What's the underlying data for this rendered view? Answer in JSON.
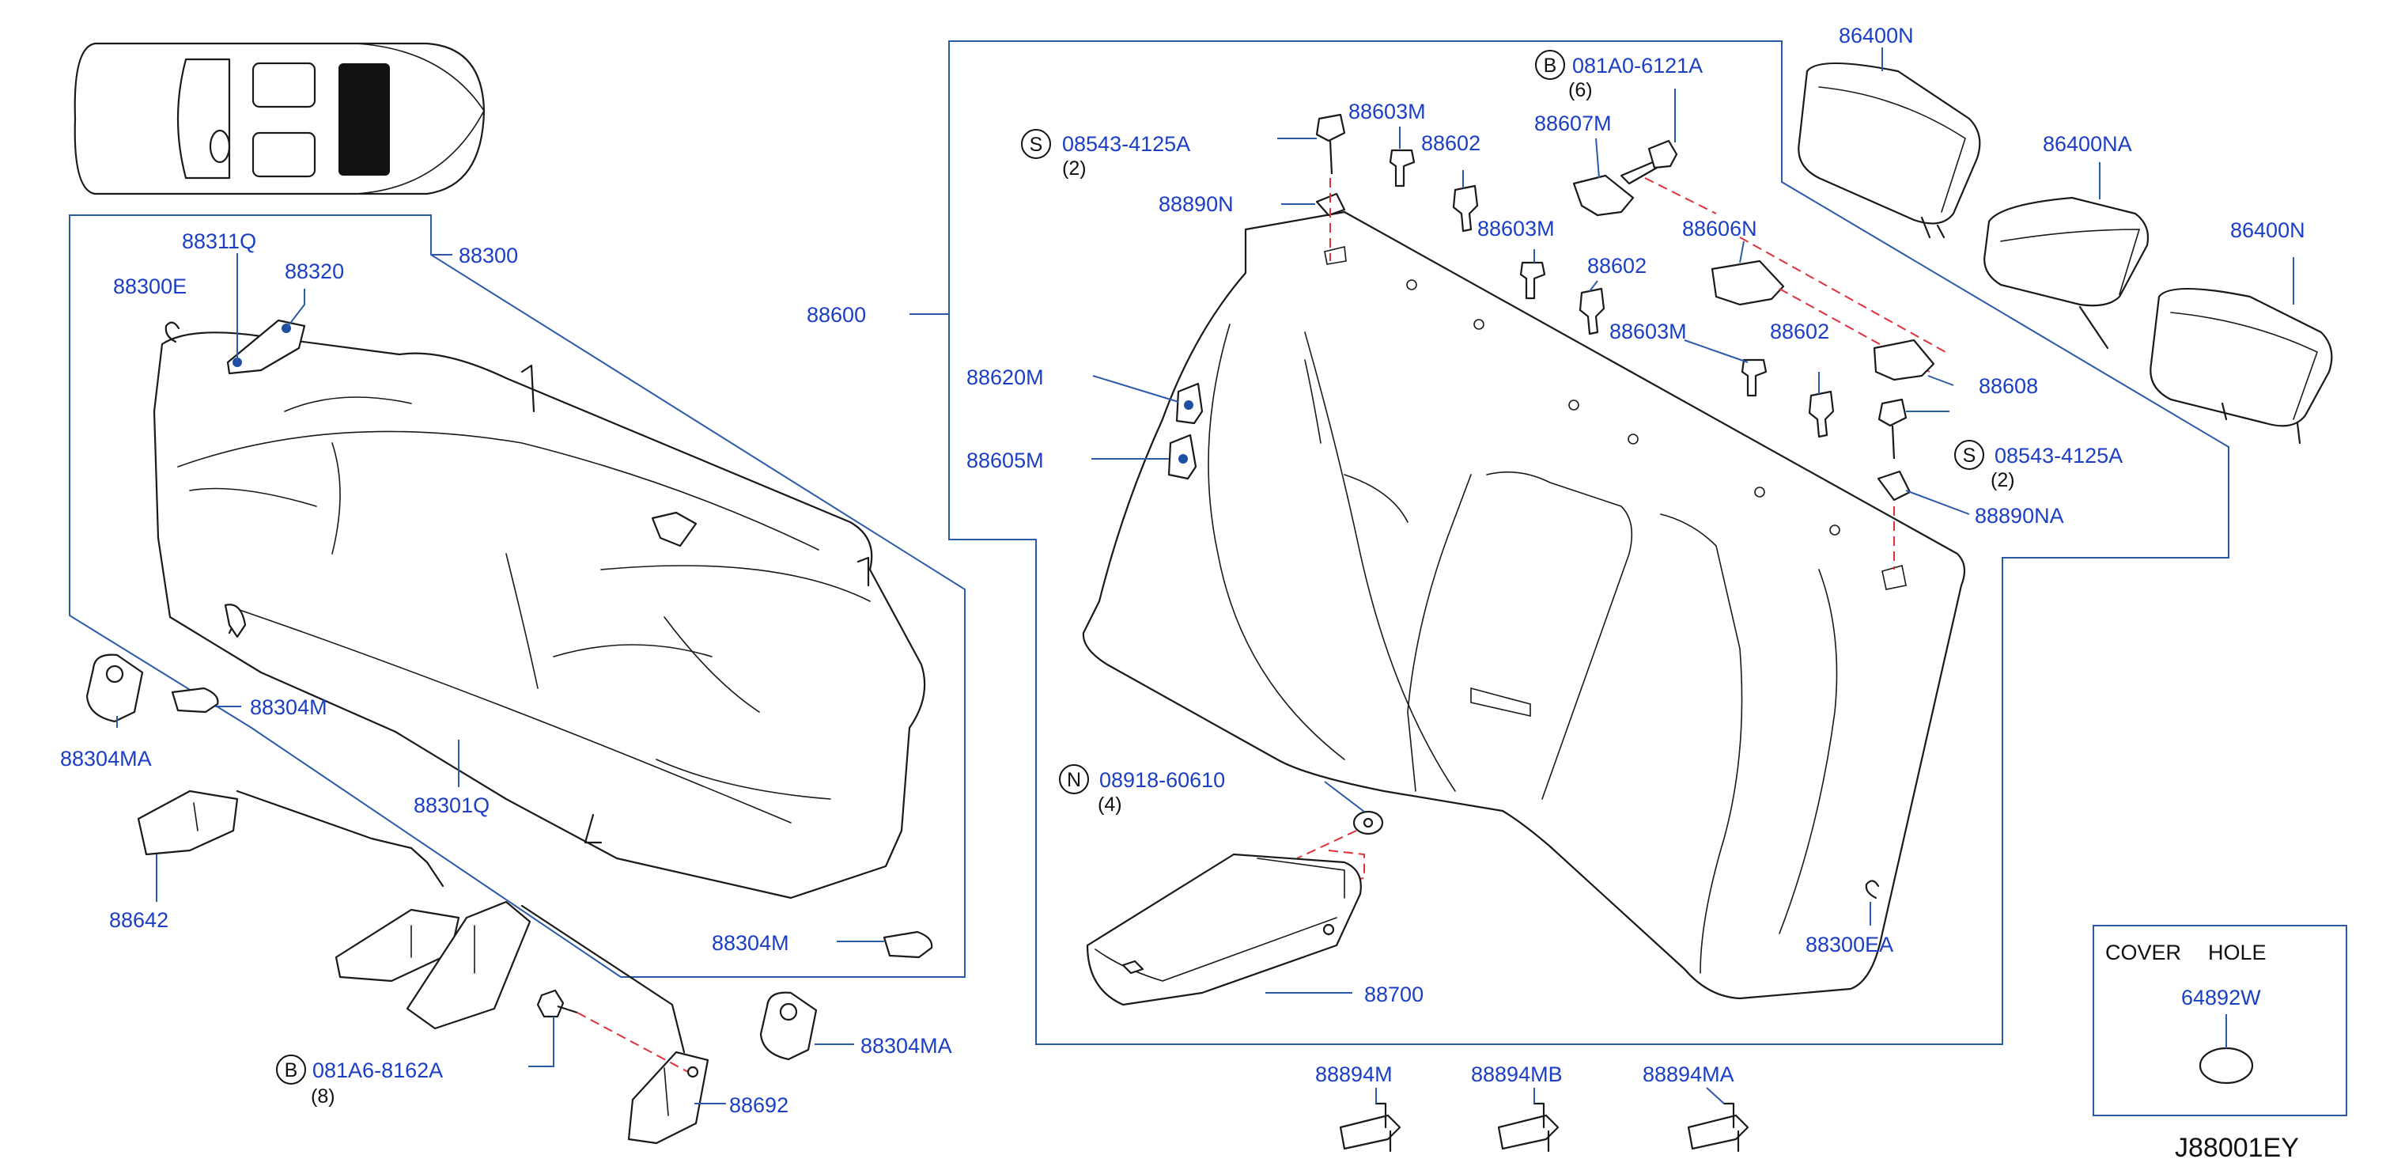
{
  "diagram": {
    "code": "J88001EY",
    "legend": {
      "cover": "COVER",
      "hole": "HOLE",
      "part": "64892W"
    },
    "symbols": {
      "b": "B",
      "s": "S",
      "n": "N"
    },
    "parts": {
      "p88300": "88300",
      "p88300e": "88300E",
      "p88311q": "88311Q",
      "p88320": "88320",
      "p88304m": "88304M",
      "p88304ma": "88304MA",
      "p88301q": "88301Q",
      "p88642": "88642",
      "p081a68162a": "081A6-8162A",
      "p88692": "88692",
      "p88600": "88600",
      "p0854341251": "08543-4125A",
      "p88890n": "88890N",
      "p88603m": "88603M",
      "p88602": "88602",
      "p081a06121a": "081A0-6121A",
      "p88607m": "88607M",
      "p88606n": "88606N",
      "p88608": "88608",
      "p88890na": "88890NA",
      "p88620m": "88620M",
      "p88605m": "88605M",
      "p0891860610": "08918-60610",
      "p88700": "88700",
      "p88300ea": "88300EA",
      "p86400n": "86400N",
      "p86400na": "86400NA",
      "p88894m": "88894M",
      "p88894mb": "88894MB",
      "p88894ma": "88894MA"
    },
    "quantities": {
      "q2": "(2)",
      "q4": "(4)",
      "q6": "(6)",
      "q8": "(8)"
    }
  }
}
